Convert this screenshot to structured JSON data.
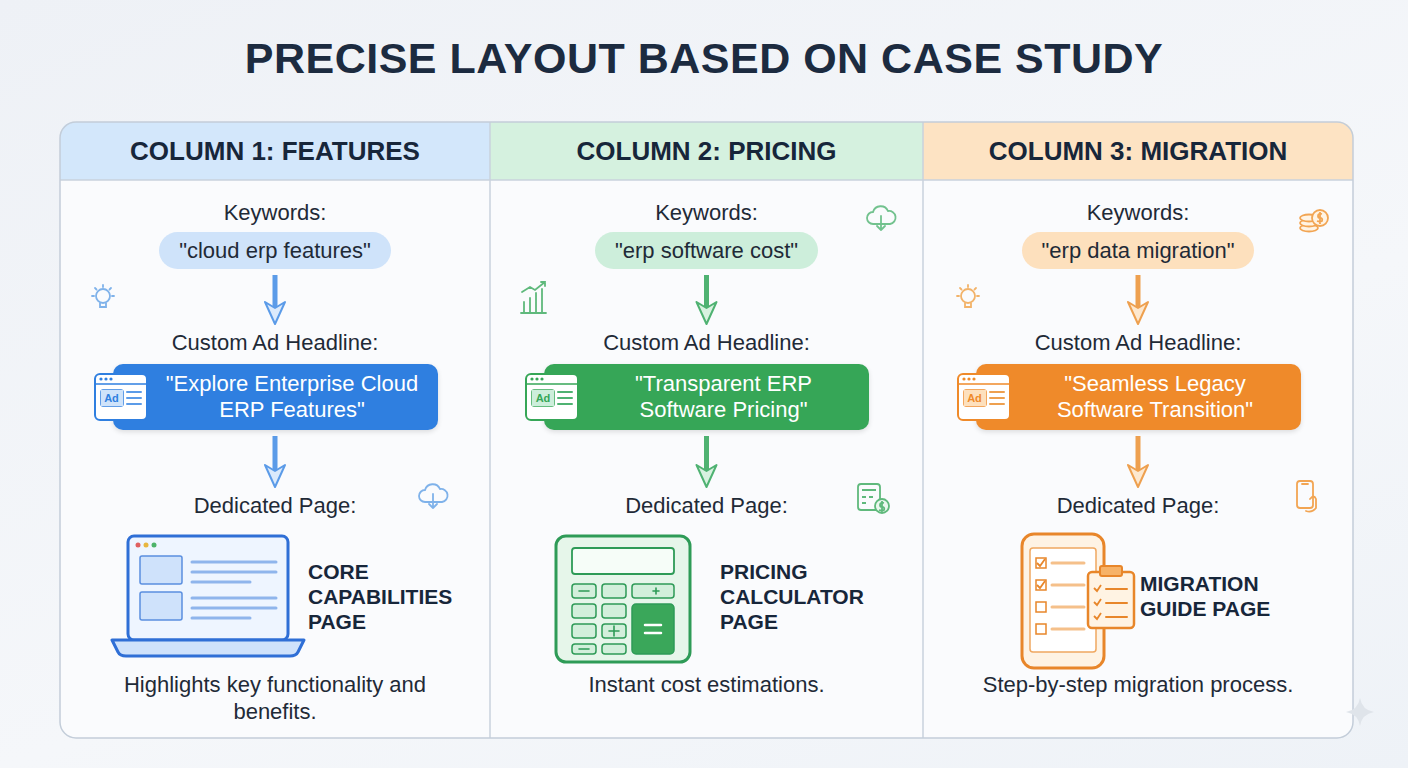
{
  "diagram": {
    "title": "PRECISE LAYOUT BASED ON CASE STUDY",
    "nodes": [
      {
        "text": [
          "COLUMN 1: FEATURES"
        ]
      },
      {
        "text": [
          "Keywords:",
          "\"cloud erp features\""
        ],
        "in": 0
      },
      {
        "text": [
          "Custom Ad Headline:",
          "\"Explore Enterprise Cloud ERP Features\""
        ],
        "in": 0
      },
      {
        "text": [
          "Dedicated Page:",
          "CORE CAPABILITIES PAGE",
          "Highlights key functionality and benefits."
        ],
        "in": 0
      },
      {
        "text": [
          "COLUMN 2: PRICING"
        ]
      },
      {
        "text": [
          "Keywords:",
          "\"erp software cost\""
        ],
        "in": 4
      },
      {
        "text": [
          "Custom Ad Headline:",
          "\"Transparent ERP Software Pricing\""
        ],
        "in": 4
      },
      {
        "text": [
          "Dedicated Page:",
          "PRICING CALCULATOR PAGE",
          "Instant cost estimations."
        ],
        "in": 4
      },
      {
        "text": [
          "COLUMN 3: MIGRATION"
        ]
      },
      {
        "text": [
          "Keywords:",
          "\"erp data migration\""
        ],
        "in": 8
      },
      {
        "text": [
          "Custom Ad Headline:",
          "\"Seamless Legacy Software Transition\""
        ],
        "in": 8
      },
      {
        "text": [
          "Dedicated Page:",
          "MIGRATION GUIDE PAGE",
          "Step-by-step migration process."
        ],
        "in": 8
      }
    ],
    "edges": [
      {
        "from": 1,
        "to": 2,
        "arrow": "to"
      },
      {
        "from": 2,
        "to": 3,
        "arrow": "to"
      },
      {
        "from": 5,
        "to": 6,
        "arrow": "to"
      },
      {
        "from": 6,
        "to": 7,
        "arrow": "to"
      },
      {
        "from": 9,
        "to": 10,
        "arrow": "to"
      },
      {
        "from": 10,
        "to": 11,
        "arrow": "to"
      }
    ],
    "labels": [
      "Ad",
      "Ad",
      "Ad"
    ]
  }
}
